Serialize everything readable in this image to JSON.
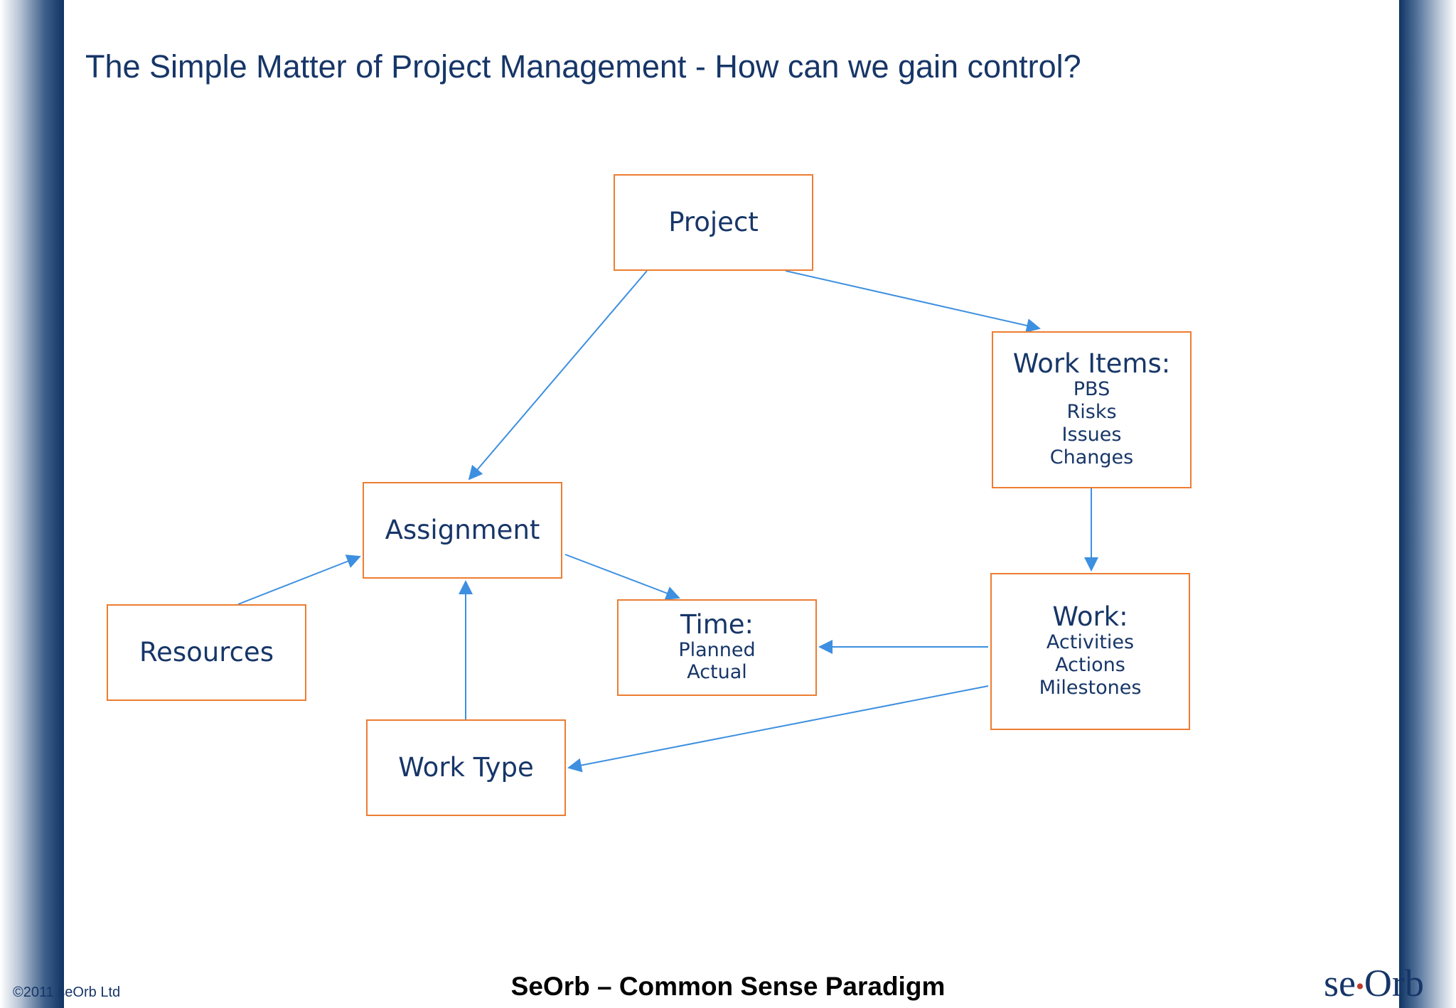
{
  "slide": {
    "title": "The Simple Matter of Project Management - How can we gain control?",
    "footer_title": "SeOrb – Common Sense Paradigm",
    "copyright": "©2011 seOrb Ltd",
    "logo_left": "se",
    "logo_right": "Orb"
  },
  "colors": {
    "title": "#173668",
    "node_border": "#ed7d31",
    "arrow": "#3d8fe0",
    "side_band": "#0f3463"
  },
  "diagram": {
    "nodes": [
      {
        "id": "project",
        "label": "Project",
        "sub": []
      },
      {
        "id": "work-items",
        "label": "Work Items:",
        "sub": [
          "PBS",
          "Risks",
          "Issues",
          "Changes"
        ]
      },
      {
        "id": "assignment",
        "label": "Assignment",
        "sub": []
      },
      {
        "id": "resources",
        "label": "Resources",
        "sub": []
      },
      {
        "id": "time",
        "label": "Time:",
        "sub": [
          "Planned",
          "Actual"
        ]
      },
      {
        "id": "work",
        "label": "Work:",
        "sub": [
          "Activities",
          "Actions",
          "Milestones"
        ]
      },
      {
        "id": "work-type",
        "label": "Work Type",
        "sub": []
      }
    ],
    "edges": [
      {
        "from": "project",
        "to": "assignment"
      },
      {
        "from": "project",
        "to": "work-items"
      },
      {
        "from": "work-items",
        "to": "work"
      },
      {
        "from": "resources",
        "to": "assignment"
      },
      {
        "from": "assignment",
        "to": "time"
      },
      {
        "from": "work-type",
        "to": "assignment"
      },
      {
        "from": "work",
        "to": "time"
      },
      {
        "from": "work",
        "to": "work-type"
      }
    ]
  }
}
